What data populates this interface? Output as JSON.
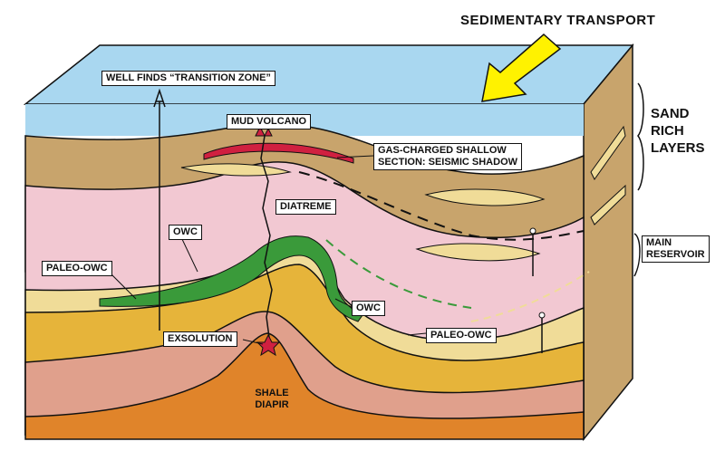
{
  "title": "SEDIMENTARY TRANSPORT",
  "labels": {
    "sand_rich_1": "SAND",
    "sand_rich_2": "RICH",
    "sand_rich_3": "LAYERS",
    "main_res_1": "MAIN",
    "main_res_2": "RESERVOIR",
    "well": "WELL FINDS “TRANSITION ZONE”",
    "mud_volcano": "MUD VOLCANO",
    "gas_1": "GAS-CHARGED SHALLOW",
    "gas_2": "SECTION: SEISMIC SHADOW",
    "diatreme": "DIATREME",
    "owc_left": "OWC",
    "paleo_owc_left": "PALEO-OWC",
    "owc_right": "OWC",
    "paleo_owc_right": "PALEO-OWC",
    "exsolution": "EXSOLUTION",
    "shale_1": "SHALE",
    "shale_2": "DIAPIR"
  },
  "colors": {
    "water": "#a9d7f0",
    "sand_brown": "#c8a46c",
    "pink_shale": "#f2c8d2",
    "yellow_sand": "#f0dc98",
    "gold_reservoir": "#e6b43a",
    "diapir_pink": "#e0a08c",
    "diapir_orange": "#e0842a",
    "oil_green": "#3a9a3a",
    "gas_red": "#d02040",
    "arrow_yellow": "#fff200"
  }
}
